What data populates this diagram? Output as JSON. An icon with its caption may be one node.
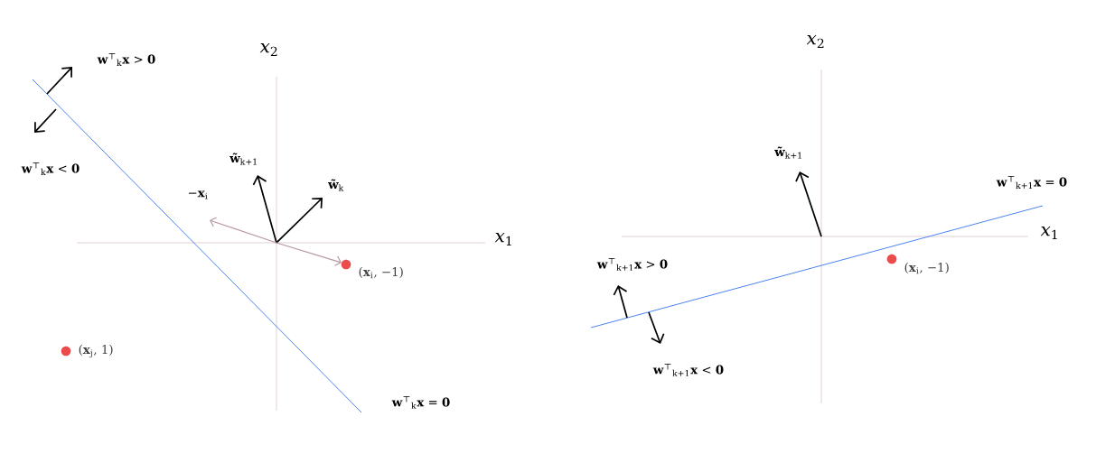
{
  "diagram": {
    "labels": [
      "*x*$_{2}$",
      "**w**$^{⊤}$$_{k}$**x** > **0**",
      "**w**$^{⊤}$$_{k}$**x** < **0**",
      "**w̃**$_{k+1}$",
      "**w̃**$_{k}$",
      "−**x**$_{i}$",
      "*x*$_{1}$",
      "(**x**$_{i}$, −1)",
      "(**x**$_{j}$, 1)",
      "**w**$^{⊤}$$_{k}$**x** = **0**",
      "*x*$_{2}$",
      "**w̃**$_{k+1}$",
      "**w**$^{⊤}$$_{k+1}$**x** = **0**",
      "*x*$_{1}$",
      "**w**$^{⊤}$$_{k+1}$**x** > **0**",
      "(**x**$_{i}$, −1)",
      "**w**$^{⊤}$$_{k+1}$**x** < **0**"
    ]
  }
}
